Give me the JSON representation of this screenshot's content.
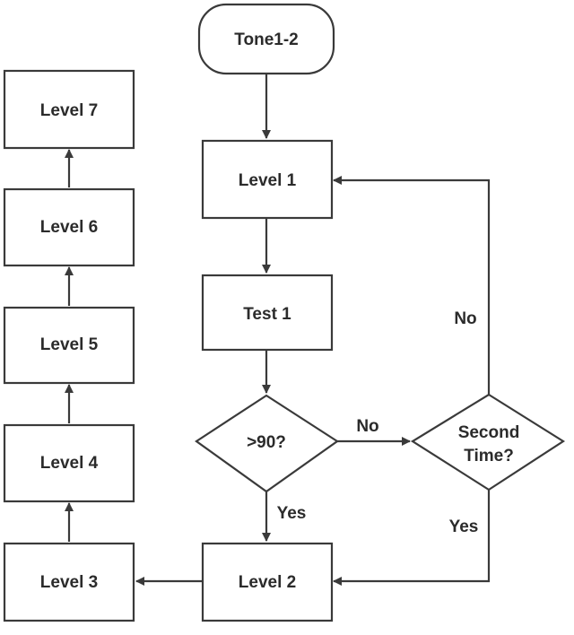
{
  "nodes": {
    "start": "Tone1-2",
    "level1": "Level 1",
    "test1": "Test 1",
    "decision1": ">90?",
    "decision2_line1": "Second",
    "decision2_line2": "Time?",
    "level2": "Level 2",
    "level3": "Level 3",
    "level4": "Level 4",
    "level5": "Level 5",
    "level6": "Level 6",
    "level7": "Level 7"
  },
  "edge_labels": {
    "no_to_second": "No",
    "yes_to_level2": "Yes",
    "no_back_to_level1": "No",
    "yes_second_to_level2": "Yes"
  },
  "colors": {
    "stroke": "#3a3a3a",
    "text": "#2b2b2b",
    "background": "#ffffff"
  }
}
